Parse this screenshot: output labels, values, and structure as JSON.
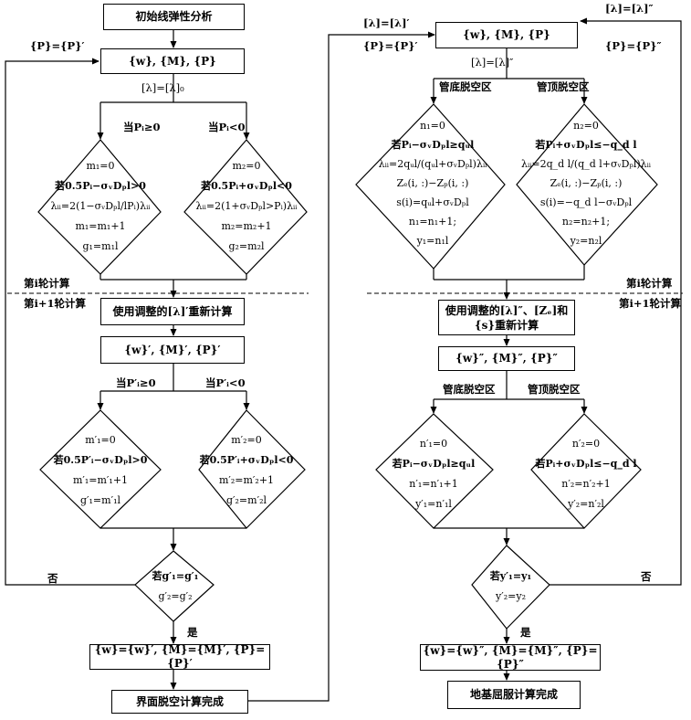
{
  "left": {
    "start_box": "初始线弹性分析",
    "wmp_box": "{w}, {M}, {P}",
    "p_update": "{P}={P}′",
    "lambda_init": "[λ]=[λ]₀",
    "cond_pos": "当Pᵢ≥0",
    "cond_neg": "当Pᵢ<0",
    "diamond_pos": [
      "m₁=0",
      "若0.5Pᵢ−σᵥDₚl>0",
      "λᵢᵢ=2(1−σᵥDₚl/lPᵢ)λᵢᵢ",
      "m₁=m₁+1",
      "g₁=m₁l"
    ],
    "diamond_neg": [
      "m₂=0",
      "若0.5Pᵢ+σᵥDₚl<0",
      "λᵢᵢ=2(1+σᵥDₚl>Pᵢ)λᵢᵢ",
      "m₂=m₂+1",
      "g₂=m₂l"
    ],
    "round_i": "第i轮计算",
    "round_i1": "第i+1轮计算",
    "recalc_box": "使用调整的[λ]′重新计算",
    "wmp_prime_box": "{w}′, {M}′, {P}′",
    "cond_pos2": "当P′ᵢ≥0",
    "cond_neg2": "当P′ᵢ<0",
    "diamond_pos2": [
      "m′₁=0",
      "若0.5P′ᵢ−σᵥDₚl>0",
      "m′₁=m′₁+1",
      "g′₁=m′₁l"
    ],
    "diamond_neg2": [
      "m′₂=0",
      "若0.5P′ᵢ+σᵥDₚl<0",
      "m′₂=m′₂+1",
      "g′₂=m′₂l"
    ],
    "check_diamond": [
      "若g′₁=g′₁",
      "g′₂=g′₂"
    ],
    "no_label": "否",
    "yes_label": "是",
    "assign_box": "{w}={w}′, {M}={M}′, {P}={P}′",
    "end_box": "界面脱空计算完成"
  },
  "right": {
    "lambda_top": "[λ]=[λ]′",
    "p_top": "{P}={P}′",
    "wmp_box": "{w}, {M}, {P}",
    "lambda_top_r": "[λ]=[λ]″",
    "p_top_r": "{P}={P}″",
    "lambda_mid": "[λ]=[λ]″",
    "cond_bottom": "管底脱空区",
    "cond_top": "管顶脱空区",
    "diamond_bottom": [
      "n₁=0",
      "若Pᵢ−σᵥDₚl≥qᵤl",
      "λᵢᵢ=2qᵤl/(qᵤl+σᵥDₚl)λᵢᵢ",
      "Zₑ(i, :)−Zₚ(i, :)",
      "s(i)=qᵤl+σᵥDₚl",
      "n₁=n₁+1;",
      "y₁=n₁l"
    ],
    "diamond_top": [
      "n₂=0",
      "若Pᵢ+σᵥDₚl≤−q_d l",
      "λᵢᵢ=2q_d l/(q_d l+σᵥDₚl)λᵢᵢ",
      "Zₑ(i, :)−Zₚ(i, :)",
      "s(i)=−q_d l−σᵥDₚl",
      "n₂=n₂+1;",
      "y₂=n₂l"
    ],
    "round_i": "第i轮计算",
    "round_i1": "第i+1轮计算",
    "recalc_box": [
      "使用调整的[λ]″、[Zₑ]和",
      "{s}重新计算"
    ],
    "wmp_dprime_box": "{w}″, {M}″, {P}″",
    "cond_bottom2": "管底脱空区",
    "cond_top2": "管顶脱空区",
    "diamond_bottom2": [
      "n′₁=0",
      "若Pᵢ−σᵥDₚl≥qᵤl",
      "n′₁=n′₁+1",
      "y′₁=n′₁l"
    ],
    "diamond_top2": [
      "n′₂=0",
      "若Pᵢ+σᵥDₚl≤−q_d l",
      "n′₂=n′₂+1",
      "y′₂=n′₂l"
    ],
    "check_diamond": [
      "若y′₁=y₁",
      "y′₂=y₂"
    ],
    "no_label": "否",
    "yes_label": "是",
    "assign_box": "{w}={w}″, {M}={M}″, {P}={P}″",
    "end_box": "地基屈服计算完成"
  }
}
